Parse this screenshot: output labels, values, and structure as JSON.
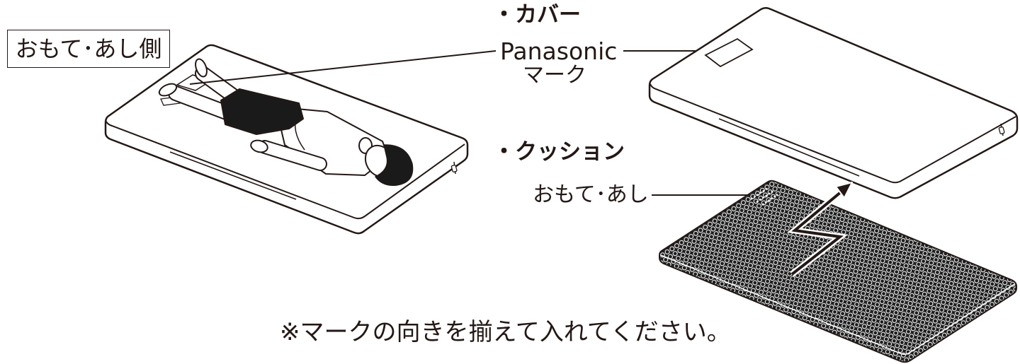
{
  "labels": {
    "front_feet_side": "おもて･あし側",
    "cover_heading": "・カバー",
    "panasonic": "Panasonic",
    "mark": "マーク",
    "cushion_heading": "・クッション",
    "cushion_front_feet": "おもて･あし",
    "note": "※マークの向きを揃えて入れてください。"
  },
  "colors": {
    "ink": "#231815",
    "paper": "#ffffff",
    "cushion_mesh": "#1e1e1e",
    "shorts": "#1a1a1a"
  },
  "icons": {
    "direction_arrow": "zigzag-arrow-icon",
    "zipper": "zipper-icon"
  }
}
